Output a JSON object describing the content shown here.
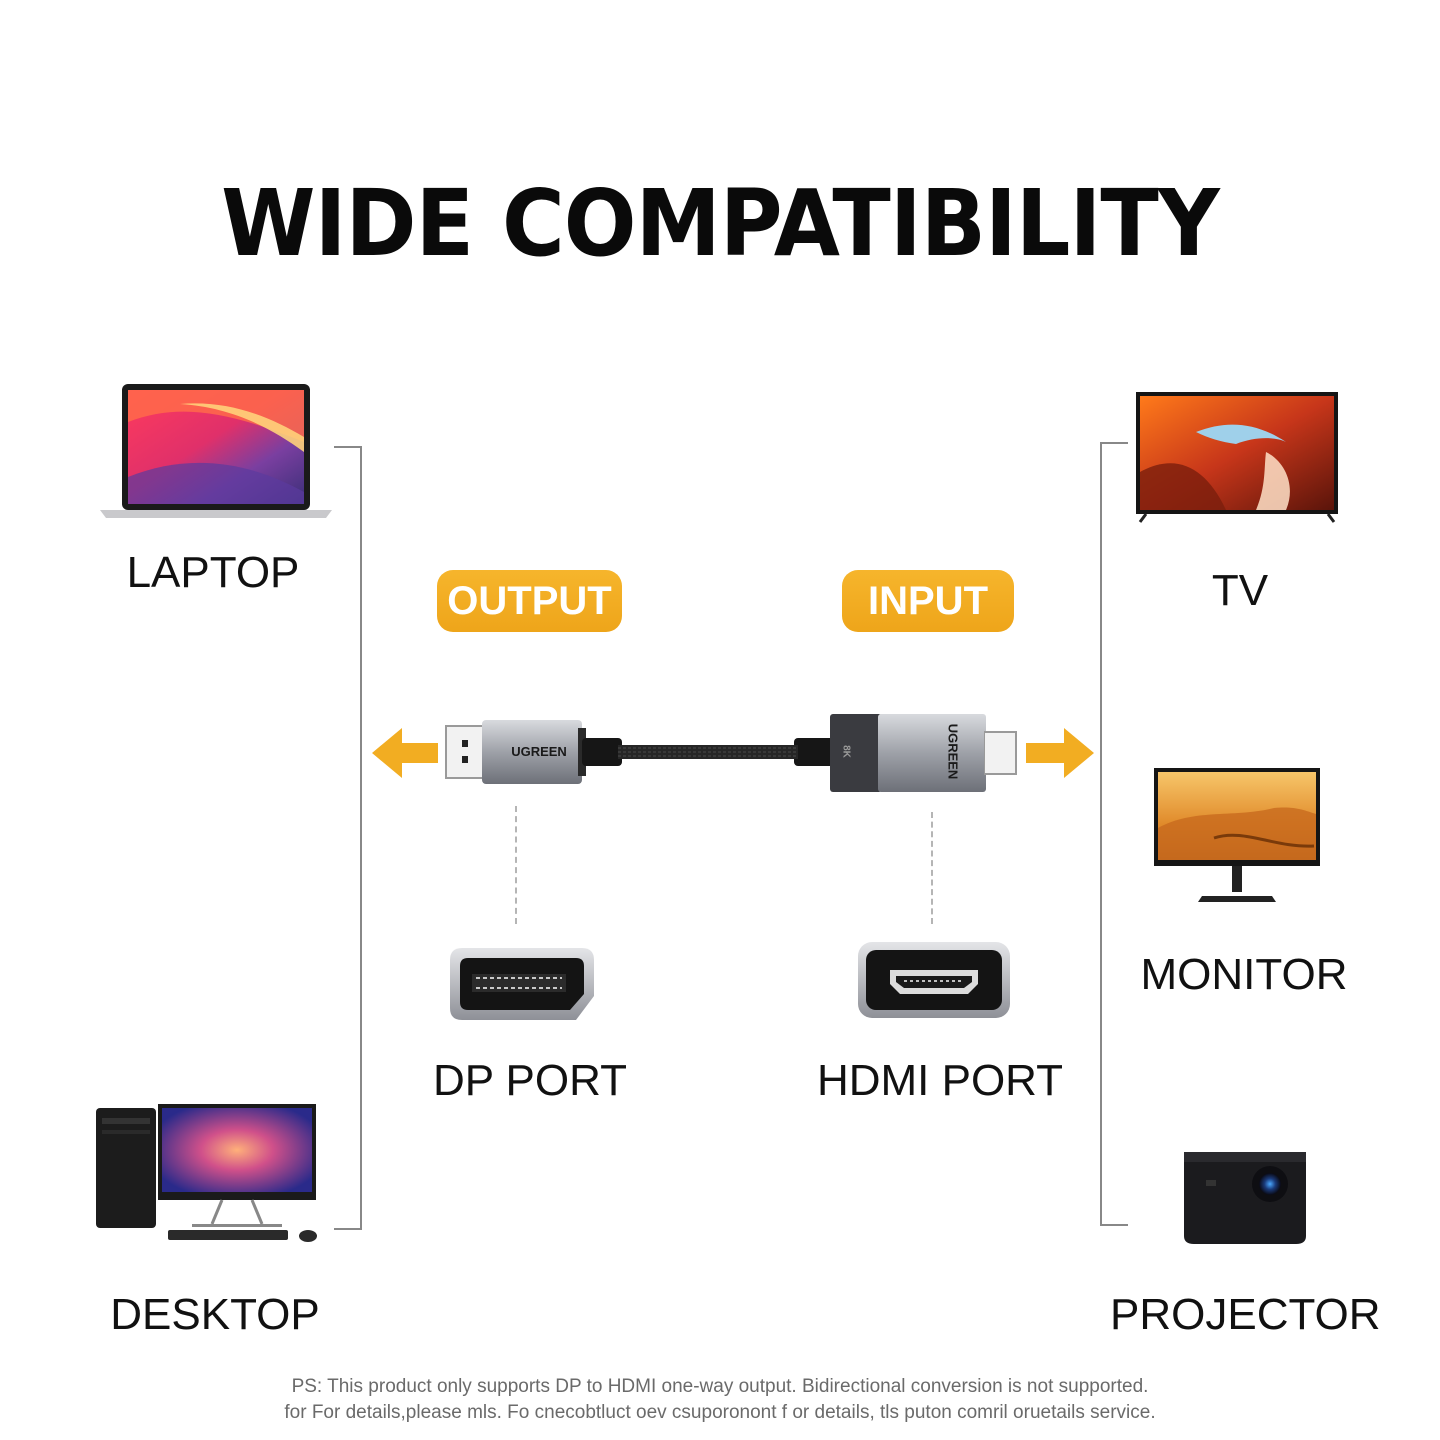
{
  "title": "WIDE COMPATIBILITY",
  "badges": {
    "output": "OUTPUT",
    "input": "INPUT"
  },
  "devices": {
    "laptop": "LAPTOP",
    "desktop": "DESKTOP",
    "tv": "TV",
    "monitor": "MONITOR",
    "projector": "PROJECTOR"
  },
  "ports": {
    "dp": "DP PORT",
    "hdmi": "HDMI PORT"
  },
  "brand": "UGREEN",
  "cable_mark": "8K",
  "notes": {
    "line1": "PS: This product only supports DP to HDMI one-way output. Bidirectional conversion is not supported.",
    "line2": "for For details,please mls. Fo cnecobtluct oev csuporonont f or details, tls puton comril oruetails service."
  },
  "colors": {
    "accent": "#f2ad22",
    "text": "#111111"
  }
}
